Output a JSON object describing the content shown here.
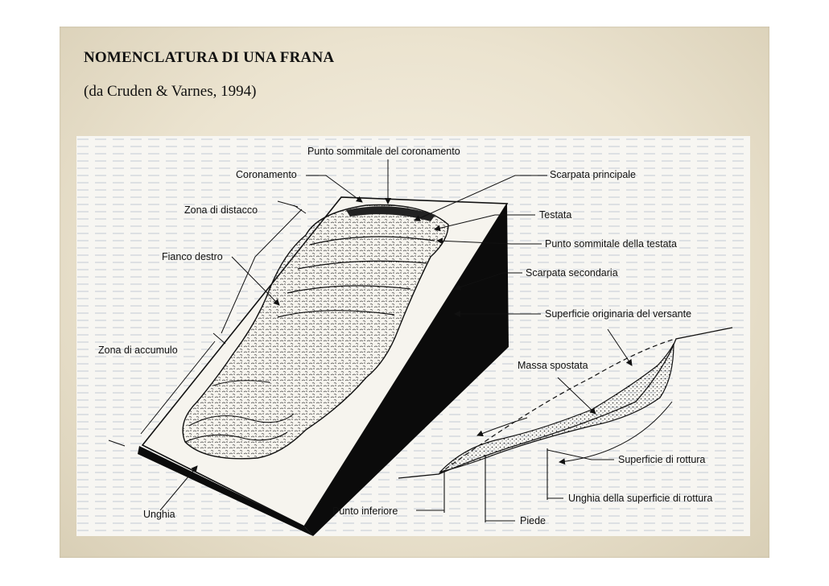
{
  "title": "NOMENCLATURA DI UNA FRANA",
  "subtitle": "(da Cruden & Varnes, 1994)",
  "labels": {
    "punto_sommitale_coronamento": "Punto sommitale del coronamento",
    "coronamento": "Coronamento",
    "scarpata_principale": "Scarpata principale",
    "zona_distacco": "Zona di distacco",
    "testata": "Testata",
    "punto_sommitale_testata": "Punto sommitale della testata",
    "fianco_destro": "Fianco destro",
    "scarpata_secondaria": "Scarpata secondaria",
    "superficie_originaria": "Superficie originaria del versante",
    "zona_accumulo": "Zona di accumulo",
    "massa_spostata": "Massa spostata",
    "superficie_rottura": "Superficie di rottura",
    "unghia_superficie_rottura": "Unghia della superficie di rottura",
    "unghia": "Unghia",
    "punto_inferiore": "Punto inferiore",
    "piede": "Piede"
  }
}
